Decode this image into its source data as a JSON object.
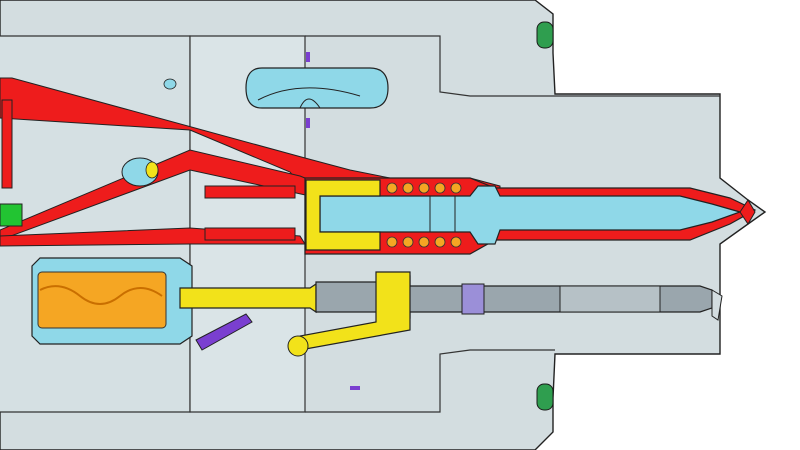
{
  "view": {
    "kind": "cad-section-view",
    "labels": []
  },
  "colors": {
    "background": "#ffffff",
    "housing": "#d3dde0",
    "housing_outline": "#1a1a1a",
    "cavity": "#8fd8e8",
    "oil_passage": "#ee1c1c",
    "spring_and_pin": "#f2e21a",
    "spring_coil": "#f5a623",
    "seal": "#2f9e4f",
    "marker_green": "#22c432",
    "link_purple": "#7a3fd0",
    "shaft": "#9aa6ad"
  },
  "components": [
    {
      "name": "injector-housing",
      "color": "housing"
    },
    {
      "name": "nozzle-needle-chamber",
      "color": "cavity"
    },
    {
      "name": "high-pressure-fuel-passage",
      "color": "oil_passage"
    },
    {
      "name": "control-spring",
      "color": "spring_coil"
    },
    {
      "name": "push-rod",
      "color": "spring_and_pin"
    },
    {
      "name": "armature-shaft",
      "color": "shaft"
    },
    {
      "name": "o-ring-seals",
      "color": "seal"
    }
  ]
}
